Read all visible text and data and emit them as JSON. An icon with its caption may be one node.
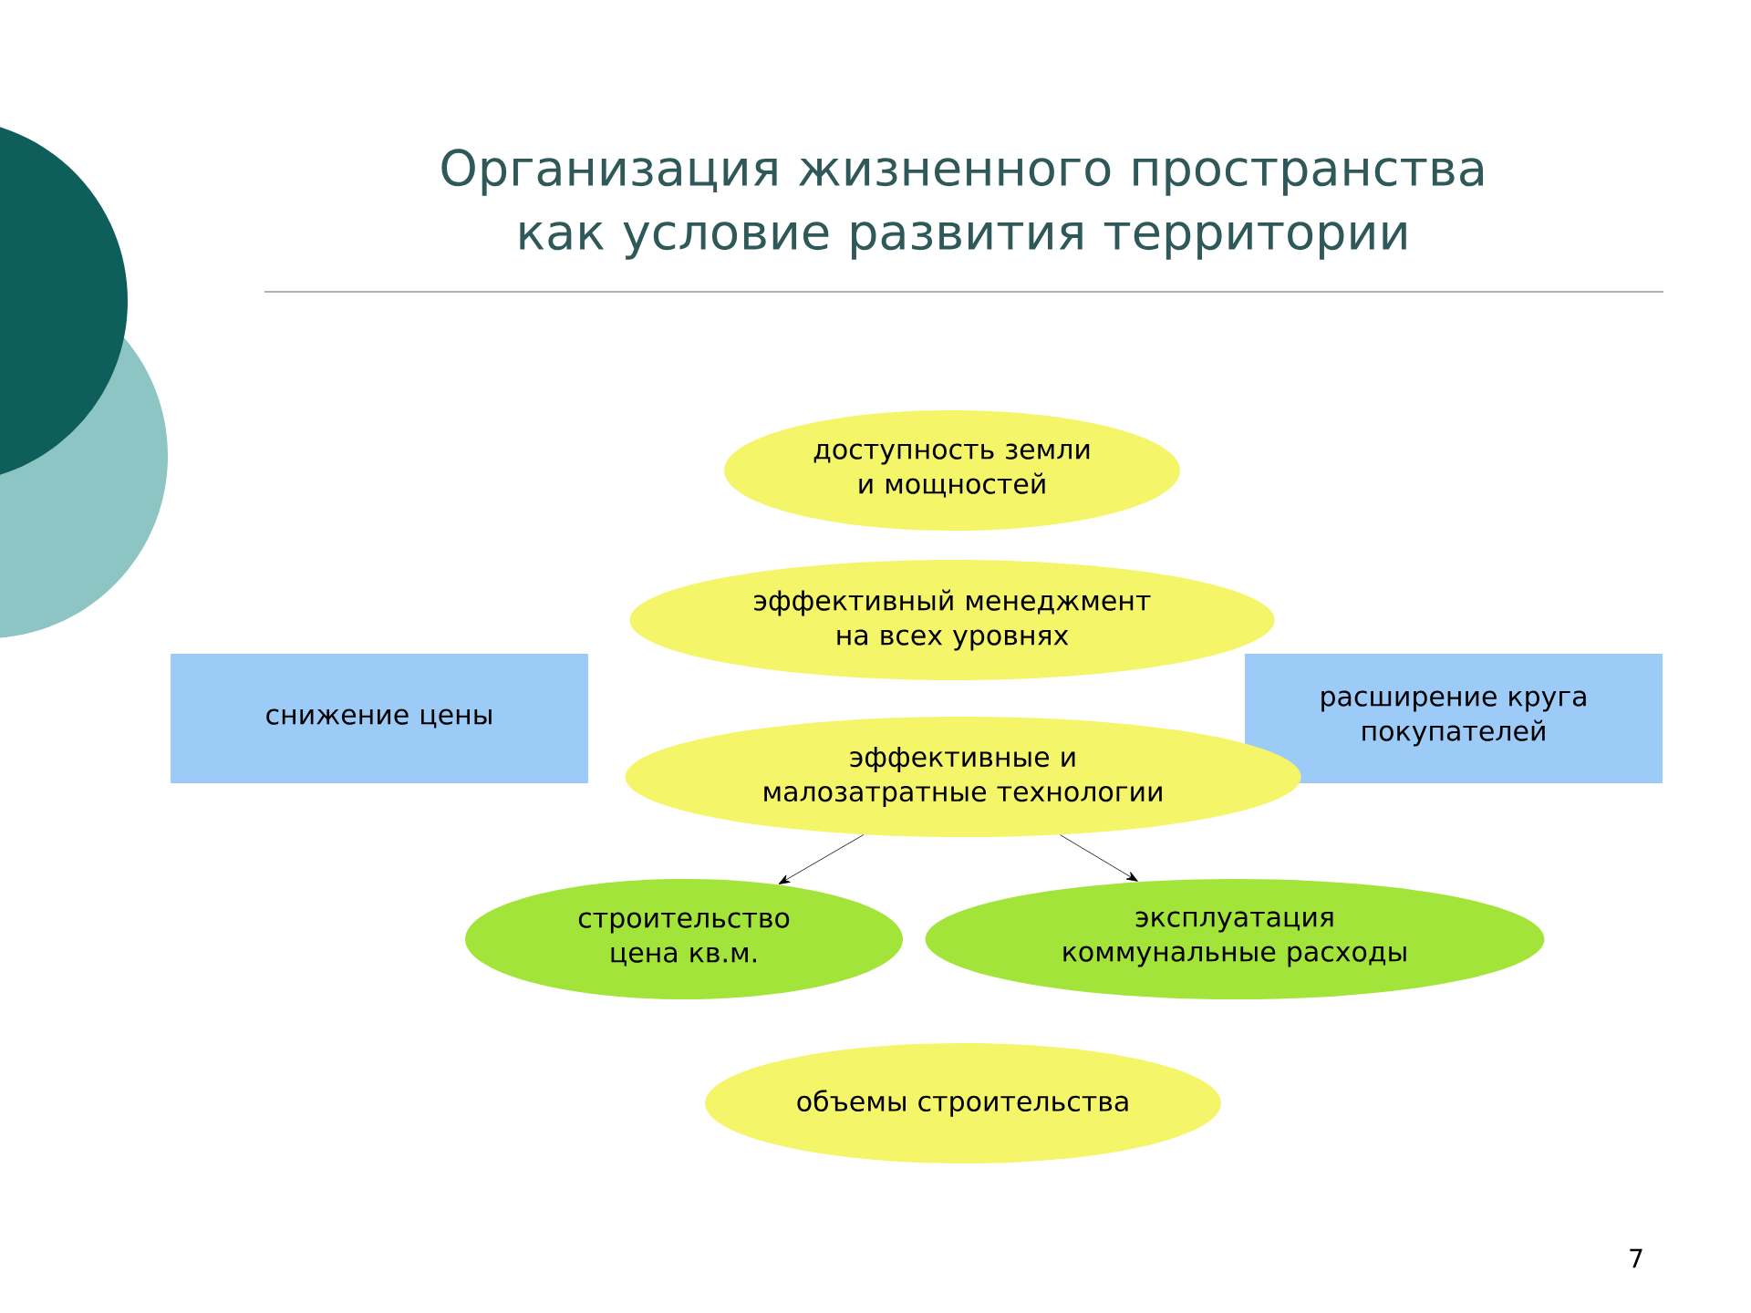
{
  "diagram": {
    "title": "Организация жизненного пространства как условие развития территории",
    "nodes": [
      {
        "text": [
          "доступность земли и мощностей"
        ]
      },
      {
        "text": [
          "эффективный менеджмент на всех уровнях"
        ]
      },
      {
        "text": [
          "снижение цены"
        ]
      },
      {
        "text": [
          "расширение круга покупателей"
        ]
      },
      {
        "text": [
          "эффективные и малозатратные технологии"
        ]
      },
      {
        "text": [
          "строительство цена кв.м."
        ]
      },
      {
        "text": [
          "эксплуатация коммунальные расходы"
        ]
      },
      {
        "text": [
          "объемы строительства"
        ]
      }
    ],
    "edges": [
      {
        "from": 4,
        "to": 5,
        "arrow": "to"
      },
      {
        "from": 4,
        "to": 6,
        "arrow": "to"
      }
    ],
    "labels": [
      "7"
    ]
  }
}
